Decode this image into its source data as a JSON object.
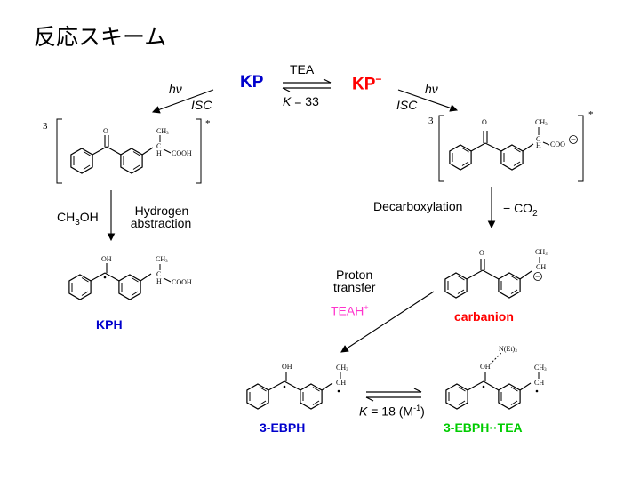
{
  "title": "反応スキーム",
  "colors": {
    "blue": "#0000cc",
    "red": "#ff0000",
    "magenta": "#ff33cc",
    "green": "#00cc00",
    "black": "#000000"
  },
  "species": {
    "kp": "KP",
    "kp_anion": "KP",
    "kph": "KPH",
    "carbanion": "carbanion",
    "ebph": "3-EBPH",
    "ebph_tea": "3-EBPH··TEA"
  },
  "equilibrium_top": {
    "reagent": "TEA",
    "k_symbol": "K",
    "k_value": "= 33"
  },
  "equilibrium_bottom": {
    "k_symbol": "K",
    "k_value": "= 18 (M",
    "k_exp": "-1",
    "k_close": ")"
  },
  "photo": {
    "h": "h",
    "nu": "ν",
    "isc": "ISC"
  },
  "step_left": {
    "solvent_prefix": "CH",
    "solvent_sub": "3",
    "solvent_suffix": "OH",
    "line1": "Hydrogen",
    "line2": "abstraction"
  },
  "step_right": {
    "label": "Decarboxylation",
    "loss_prefix": "− CO",
    "loss_sub": "2"
  },
  "proton_transfer": {
    "line1": "Proton",
    "line2": "transfer",
    "teah": "TEAH",
    "teah_charge": "+"
  },
  "structure_labels": {
    "triplet": "3",
    "star": "*",
    "o": "O",
    "oh": "OH",
    "ch3": "CH",
    "ch3_sub": "3",
    "c": "C",
    "h": "H",
    "ch": "CH",
    "cooh": "COOH",
    "coo": "COO",
    "minus": "−",
    "net3": "N(Et)",
    "net3_sub": "3",
    "dot": "•"
  }
}
